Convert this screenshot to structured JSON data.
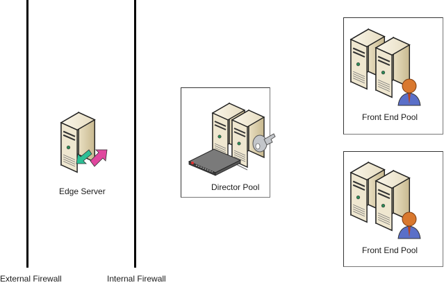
{
  "diagram": {
    "firewalls": [
      {
        "label": "External Firewall"
      },
      {
        "label": "Internal Firewall"
      }
    ],
    "nodes": {
      "edge_server": {
        "label": "Edge Server",
        "icon": "server-with-arrows-icon"
      },
      "director_pool": {
        "label": "Director Pool",
        "icon": "server-pool-with-key-and-switch-icon"
      },
      "front_end_pool_1": {
        "label": "Front End Pool",
        "icon": "server-pool-with-user-icon"
      },
      "front_end_pool_2": {
        "label": "Front End Pool",
        "icon": "server-pool-with-user-icon"
      }
    },
    "colors": {
      "server_body": "#ede3c8",
      "arrow_green": "#2bbf95",
      "arrow_pink": "#e0479e",
      "user_shirt": "#5a6fc8",
      "user_head": "#d9782e",
      "key": "#b9bcc0"
    }
  }
}
